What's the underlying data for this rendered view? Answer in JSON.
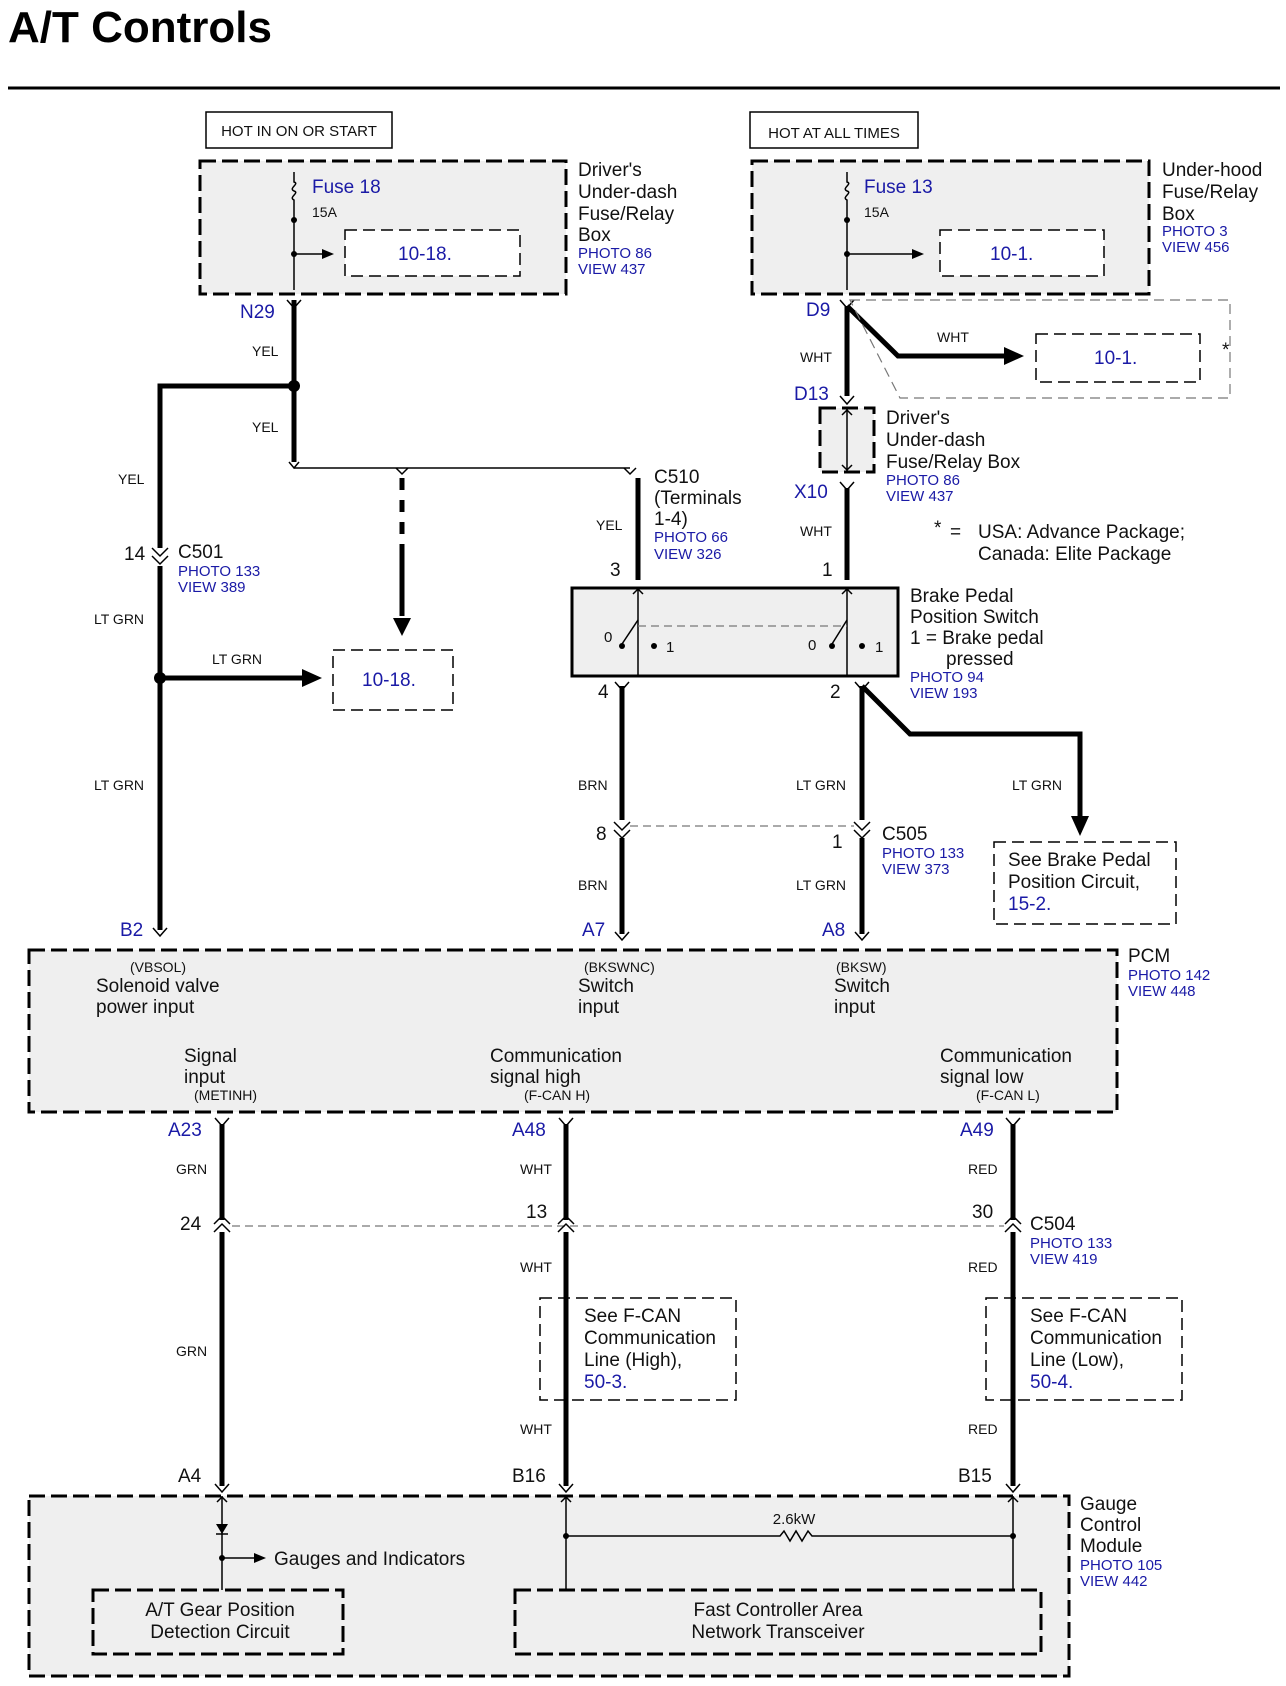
{
  "title": "A/T Controls",
  "power": {
    "hot_in_on_or_start": "HOT IN ON OR START",
    "hot_at_all_times": "HOT AT ALL TIMES"
  },
  "dash_fuse_box": {
    "fuse": "Fuse 18",
    "rating": "15A",
    "ref": "10-18.",
    "name": [
      "Driver's",
      "Under-dash",
      "Fuse/Relay",
      "Box"
    ],
    "photo": "PHOTO 86",
    "view": "VIEW 437"
  },
  "hood_fuse_box": {
    "fuse": "Fuse 13",
    "rating": "15A",
    "ref": "10-1.",
    "name": [
      "Under-hood",
      "Fuse/Relay",
      "Box"
    ],
    "photo": "PHOTO 3",
    "view": "VIEW 456"
  },
  "pins": {
    "n29": "N29",
    "d9": "D9",
    "d13": "D13",
    "x10": "X10",
    "b2": "B2",
    "a7": "A7",
    "a8": "A8",
    "a23": "A23",
    "a48": "A48",
    "a49": "A49"
  },
  "wires": {
    "yel": "YEL",
    "wht": "WHT",
    "lt_grn": "LT GRN",
    "brn": "BRN",
    "grn": "GRN",
    "red": "RED"
  },
  "refs": {
    "wht_ref": "10-1.",
    "asterisk": "*",
    "lt_grn_ref": "10-18."
  },
  "dash_relay_box2": {
    "name": [
      "Driver's",
      "Under-dash",
      "Fuse/Relay Box"
    ],
    "photo": "PHOTO 86",
    "view": "VIEW 437"
  },
  "note": {
    "star": "*",
    "eq": "=",
    "line1": "USA: Advance Package;",
    "line2": "Canada: Elite Package"
  },
  "c510": {
    "name": "C510",
    "line2": "(Terminals",
    "line3": "1-4)",
    "photo": "PHOTO 66",
    "view": "VIEW 326"
  },
  "c501": {
    "terminal": "14",
    "name": "C501",
    "photo": "PHOTO 133",
    "view": "VIEW 389"
  },
  "switch": {
    "t3": "3",
    "t1": "1",
    "t4": "4",
    "t2": "2",
    "pos0a": "0",
    "pos1a": "1",
    "pos0b": "0",
    "pos1b": "1",
    "name": [
      "Brake Pedal",
      "Position Switch",
      "1 = Brake pedal",
      "pressed"
    ],
    "photo": "PHOTO 94",
    "view": "VIEW 193"
  },
  "c505": {
    "t8": "8",
    "t1": "1",
    "name": "C505",
    "photo": "PHOTO 133",
    "view": "VIEW 373"
  },
  "brake_ref": {
    "line1": "See Brake Pedal",
    "line2": "Position Circuit,",
    "ref": "15-2."
  },
  "pcm": {
    "name": "PCM",
    "photo": "PHOTO 142",
    "view": "VIEW 448",
    "vbsol_code": "(VBSOL)",
    "vbsol_1": "Solenoid valve",
    "vbsol_2": "power input",
    "bkswnc_code": "(BKSWNC)",
    "bkswnc_1": "Switch",
    "bkswnc_2": "input",
    "bksw_code": "(BKSW)",
    "bksw_1": "Switch",
    "bksw_2": "input",
    "metinh_1": "Signal",
    "metinh_2": "input",
    "metinh_code": "(METINH)",
    "fcanh_1": "Communication",
    "fcanh_2": "signal high",
    "fcanh_code": "(F-CAN H)",
    "fcanl_1": "Communication",
    "fcanl_2": "signal low",
    "fcanl_code": "(F-CAN L)"
  },
  "c504": {
    "t24": "24",
    "t13": "13",
    "t30": "30",
    "name": "C504",
    "photo": "PHOTO 133",
    "view": "VIEW 419"
  },
  "fcan_high_ref": {
    "line1": "See F-CAN",
    "line2": "Communication",
    "line3": "Line (High),",
    "ref": "50-3."
  },
  "fcan_low_ref": {
    "line1": "See F-CAN",
    "line2": "Communication",
    "line3": "Line (Low),",
    "ref": "50-4."
  },
  "gauge": {
    "a4": "A4",
    "b16": "B16",
    "b15": "B15",
    "resistor": "2.6kW",
    "gauges_indicators": "Gauges and Indicators",
    "gear_1": "A/T Gear Position",
    "gear_2": "Detection Circuit",
    "can_1": "Fast Controller Area",
    "can_2": "Network Transceiver",
    "name": [
      "Gauge",
      "Control",
      "Module"
    ],
    "photo": "PHOTO 105",
    "view": "VIEW 442"
  }
}
